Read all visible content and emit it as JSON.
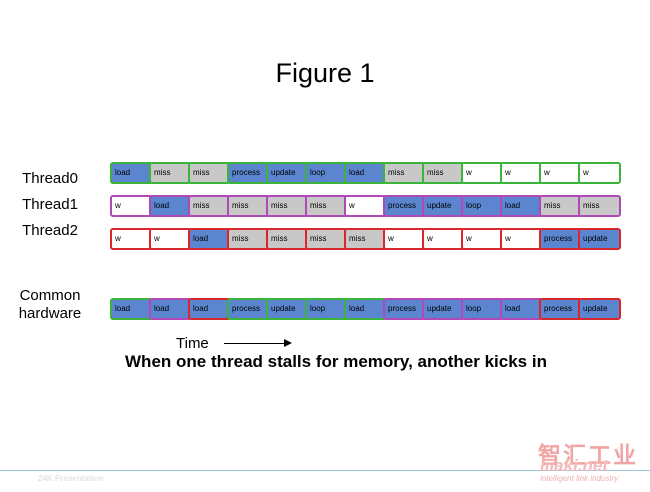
{
  "title": "Figure 1",
  "colors": {
    "blue": "#5b86cf",
    "grey": "#c8c8c8",
    "white": "#ffffff",
    "green": "#3cb43c",
    "purple": "#b048b8",
    "red": "#d8262c"
  },
  "rows": [
    {
      "label": "Thread0",
      "border": "green",
      "cells": [
        {
          "t": "load",
          "c": "blue"
        },
        {
          "t": "miss",
          "c": "grey"
        },
        {
          "t": "miss",
          "c": "grey"
        },
        {
          "t": "process",
          "c": "blue"
        },
        {
          "t": "update",
          "c": "blue"
        },
        {
          "t": "loop",
          "c": "blue"
        },
        {
          "t": "load",
          "c": "blue"
        },
        {
          "t": "miss",
          "c": "grey"
        },
        {
          "t": "miss",
          "c": "grey"
        },
        {
          "t": "w",
          "c": "white"
        },
        {
          "t": "w",
          "c": "white"
        },
        {
          "t": "w",
          "c": "white"
        },
        {
          "t": "w",
          "c": "white"
        }
      ]
    },
    {
      "label": "Thread1",
      "border": "purple",
      "cells": [
        {
          "t": "w",
          "c": "white"
        },
        {
          "t": "load",
          "c": "blue"
        },
        {
          "t": "miss",
          "c": "grey"
        },
        {
          "t": "miss",
          "c": "grey"
        },
        {
          "t": "miss",
          "c": "grey"
        },
        {
          "t": "miss",
          "c": "grey"
        },
        {
          "t": "w",
          "c": "white"
        },
        {
          "t": "process",
          "c": "blue"
        },
        {
          "t": "update",
          "c": "blue"
        },
        {
          "t": "loop",
          "c": "blue"
        },
        {
          "t": "load",
          "c": "blue"
        },
        {
          "t": "miss",
          "c": "grey"
        },
        {
          "t": "miss",
          "c": "grey"
        }
      ]
    },
    {
      "label": "Thread2",
      "border": "red",
      "cells": [
        {
          "t": "w",
          "c": "white"
        },
        {
          "t": "w",
          "c": "white"
        },
        {
          "t": "load",
          "c": "blue"
        },
        {
          "t": "miss",
          "c": "grey"
        },
        {
          "t": "miss",
          "c": "grey"
        },
        {
          "t": "miss",
          "c": "grey"
        },
        {
          "t": "miss",
          "c": "grey"
        },
        {
          "t": "w",
          "c": "white"
        },
        {
          "t": "w",
          "c": "white"
        },
        {
          "t": "w",
          "c": "white"
        },
        {
          "t": "w",
          "c": "white"
        },
        {
          "t": "process",
          "c": "blue"
        },
        {
          "t": "update",
          "c": "blue"
        }
      ]
    },
    {
      "label": "Common\nhardware",
      "border": "mixed",
      "cells": [
        {
          "t": "load",
          "c": "blue",
          "b": "green"
        },
        {
          "t": "load",
          "c": "blue",
          "b": "purple"
        },
        {
          "t": "load",
          "c": "blue",
          "b": "red"
        },
        {
          "t": "process",
          "c": "blue",
          "b": "green"
        },
        {
          "t": "update",
          "c": "blue",
          "b": "green"
        },
        {
          "t": "loop",
          "c": "blue",
          "b": "green"
        },
        {
          "t": "load",
          "c": "blue",
          "b": "green"
        },
        {
          "t": "process",
          "c": "blue",
          "b": "purple"
        },
        {
          "t": "update",
          "c": "blue",
          "b": "purple"
        },
        {
          "t": "loop",
          "c": "blue",
          "b": "purple"
        },
        {
          "t": "load",
          "c": "blue",
          "b": "purple"
        },
        {
          "t": "process",
          "c": "blue",
          "b": "red"
        },
        {
          "t": "update",
          "c": "blue",
          "b": "red"
        }
      ]
    }
  ],
  "time_label": "Time",
  "subtitle": "When one thread stalls for memory, another kicks in",
  "footer": "24K Presentation",
  "watermark": {
    "cn": "智汇工业",
    "en": "iiiaki.net",
    "tag": "intelligent link industry"
  }
}
